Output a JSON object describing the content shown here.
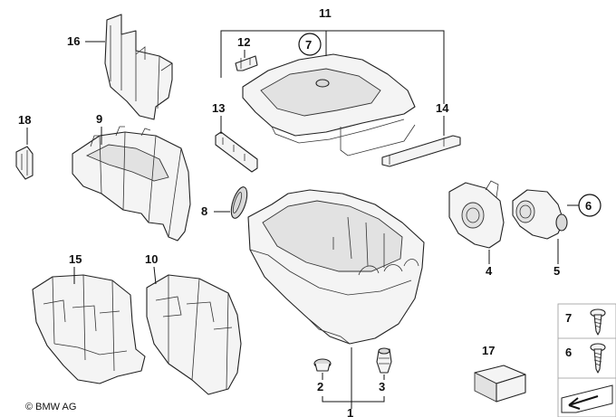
{
  "copyright": "© BMW AG",
  "callouts": {
    "c1": "1",
    "c2": "2",
    "c3": "3",
    "c4": "4",
    "c5": "5",
    "c6": "6",
    "c7": "7",
    "c8": "8",
    "c9": "9",
    "c10": "10",
    "c11": "11",
    "c12": "12",
    "c13": "13",
    "c14": "14",
    "c15": "15",
    "c16": "16",
    "c17": "17",
    "c18": "18"
  },
  "legend": {
    "screw_7": "7",
    "screw_6": "6"
  }
}
